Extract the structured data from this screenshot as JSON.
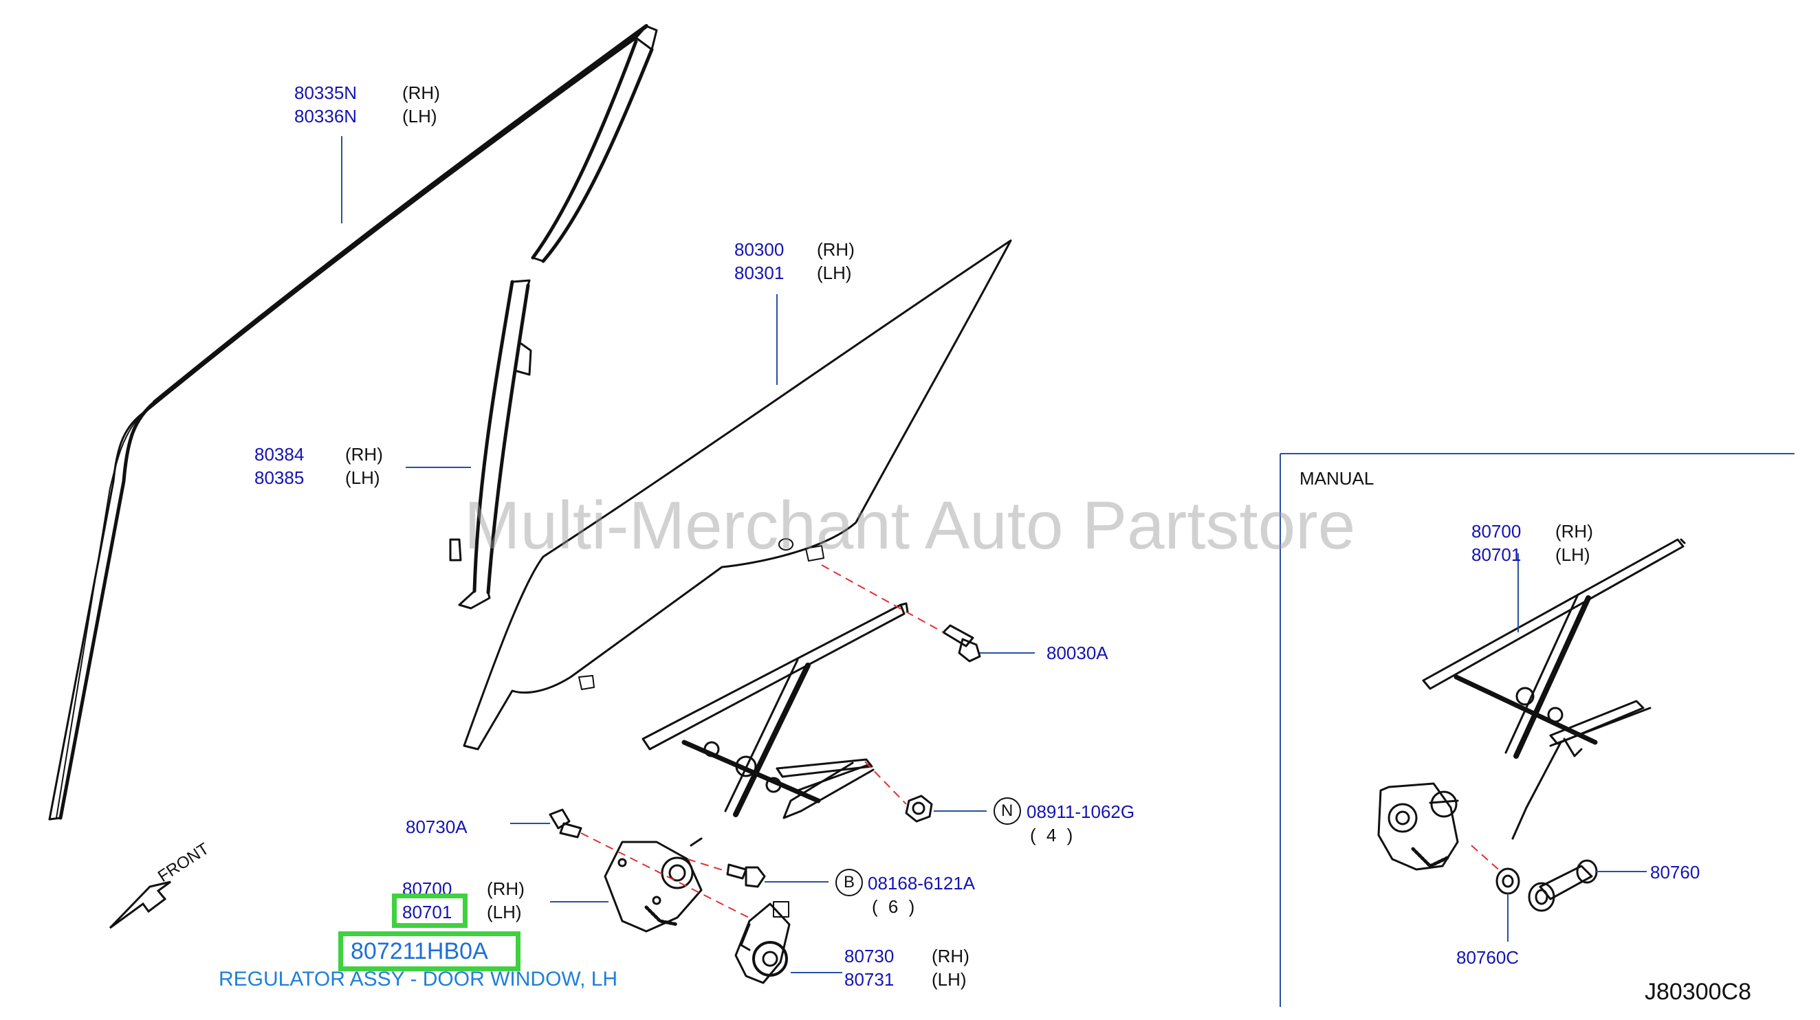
{
  "watermark": "Multi-Merchant Auto Partstore",
  "diagram_code": "J80300C8",
  "manual_label": "MANUAL",
  "front_label": "FRONT",
  "highlight": {
    "part_number": "807211HB0A",
    "description": "REGULATOR ASSY - DOOR WINDOW, LH"
  },
  "callouts": {
    "c80335": {
      "rh": "80335N",
      "lh": "80336N",
      "rh_side": "(RH)",
      "lh_side": "(LH)"
    },
    "c80300": {
      "rh": "80300",
      "lh": "80301",
      "rh_side": "(RH)",
      "lh_side": "(LH)"
    },
    "c80384": {
      "rh": "80384",
      "lh": "80385",
      "rh_side": "(RH)",
      "lh_side": "(LH)"
    },
    "c80030A": {
      "part": "80030A"
    },
    "c08911": {
      "badge": "N",
      "part": "08911-1062G",
      "qty": "( 4 )"
    },
    "c80730A": {
      "part": "80730A"
    },
    "c08168": {
      "badge": "B",
      "part": "08168-6121A",
      "qty": "( 6 )"
    },
    "c80700": {
      "rh": "80700",
      "lh": "80701",
      "rh_side": "(RH)",
      "lh_side": "(LH)"
    },
    "c80730": {
      "rh": "80730",
      "lh": "80731",
      "rh_side": "(RH)",
      "lh_side": "(LH)"
    },
    "m80700": {
      "rh": "80700",
      "lh": "80701",
      "rh_side": "(RH)",
      "lh_side": "(LH)"
    },
    "m80760": {
      "part": "80760"
    },
    "m80760C": {
      "part": "80760C"
    }
  }
}
